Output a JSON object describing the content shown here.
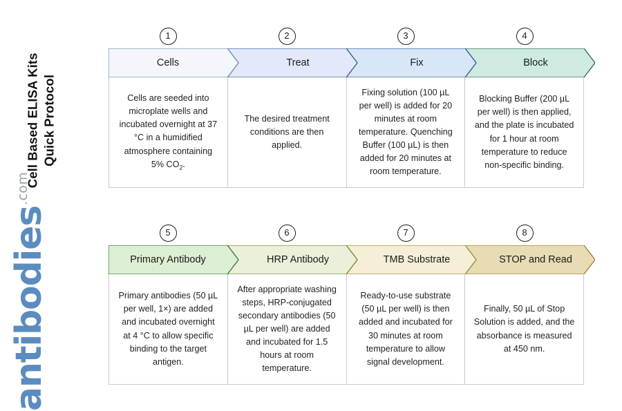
{
  "title": {
    "line1": "Cell Based ELISA Kits",
    "line2": "Quick Protocol"
  },
  "brand": {
    "word": "antibodies",
    "tld": ".com",
    "word_color": "#5b8cbf",
    "tld_color": "#9aa3a8"
  },
  "diagram": {
    "type": "process-flow",
    "rows": [
      {
        "steps": [
          {
            "number": "1",
            "label": "Cells",
            "fill": "#f3f7fb",
            "stroke": "#6f93b8",
            "body": "Cells are seeded into microplate wells and incubated overnight at 37 °C in a humidified atmosphere containing 5% CO2."
          },
          {
            "number": "2",
            "label": "Treat",
            "fill": "#e3e8fa",
            "stroke": "#3d5f98",
            "body": "The desired treatment conditions are then applied."
          },
          {
            "number": "3",
            "label": "Fix",
            "fill": "#d7e7f8",
            "stroke": "#2e5f91",
            "body": "Fixing solution (100 µL per well) is added for 20 minutes at room temperature. Quenching Buffer (100 µL) is then added for 20 minutes at room temperature."
          },
          {
            "number": "4",
            "label": "Block",
            "fill": "#cfeae1",
            "stroke": "#2f6b50",
            "body": "Blocking Buffer (200 µL per well) is then applied, and the plate is incubated for 1 hour at room temperature to reduce non-specific binding."
          }
        ]
      },
      {
        "steps": [
          {
            "number": "5",
            "label": "Primary Antibody",
            "fill": "#dcefd4",
            "stroke": "#3f7a34",
            "body": "Primary antibodies (50 µL per well, 1×) are added and incubated overnight at 4 °C to allow specific binding to the target antigen."
          },
          {
            "number": "6",
            "label": "HRP Antibody",
            "fill": "#eaf0da",
            "stroke": "#7d8a2e",
            "body": "After appropriate washing steps, HRP-conjugated secondary antibodies (50 µL per well) are added and incubated for 1.5 hours at room temperature."
          },
          {
            "number": "7",
            "label": "TMB Substrate",
            "fill": "#f4efd6",
            "stroke": "#a08a3a",
            "body": "Ready-to-use substrate (50 µL per well) is then added and incubated for 30 minutes at room temperature to allow signal development."
          },
          {
            "number": "8",
            "label": "STOP and Read",
            "fill": "#e7dcb4",
            "stroke": "#9c7f3b",
            "body": "Finally, 50 µL of Stop Solution is added, and the absorbance is measured at 450 nm."
          }
        ]
      }
    ]
  }
}
